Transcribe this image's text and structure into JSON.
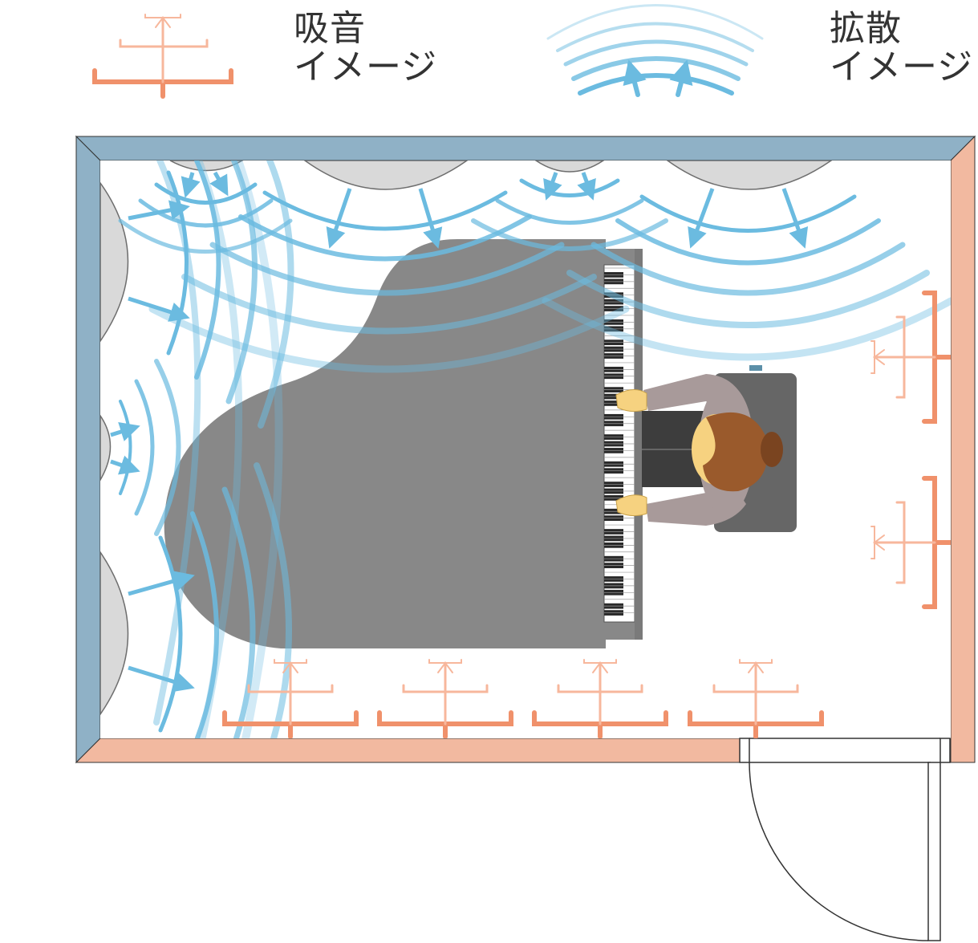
{
  "legend": {
    "absorption": {
      "line1": "吸音",
      "line2": "イメージ",
      "color": "#f0916b"
    },
    "diffusion": {
      "line1": "拡散",
      "line2": "イメージ",
      "color": "#6bbbe0"
    }
  },
  "colors": {
    "wall_diffuse": "#8fb1c6",
    "wall_absorb": "#f2b9a0",
    "diffuser_fill": "#d9d9d9",
    "piano": "#888888",
    "bench": "#666666",
    "hair": "#9a5a2c",
    "skin": "#f6d280",
    "sleeve": "#a89a9a"
  }
}
